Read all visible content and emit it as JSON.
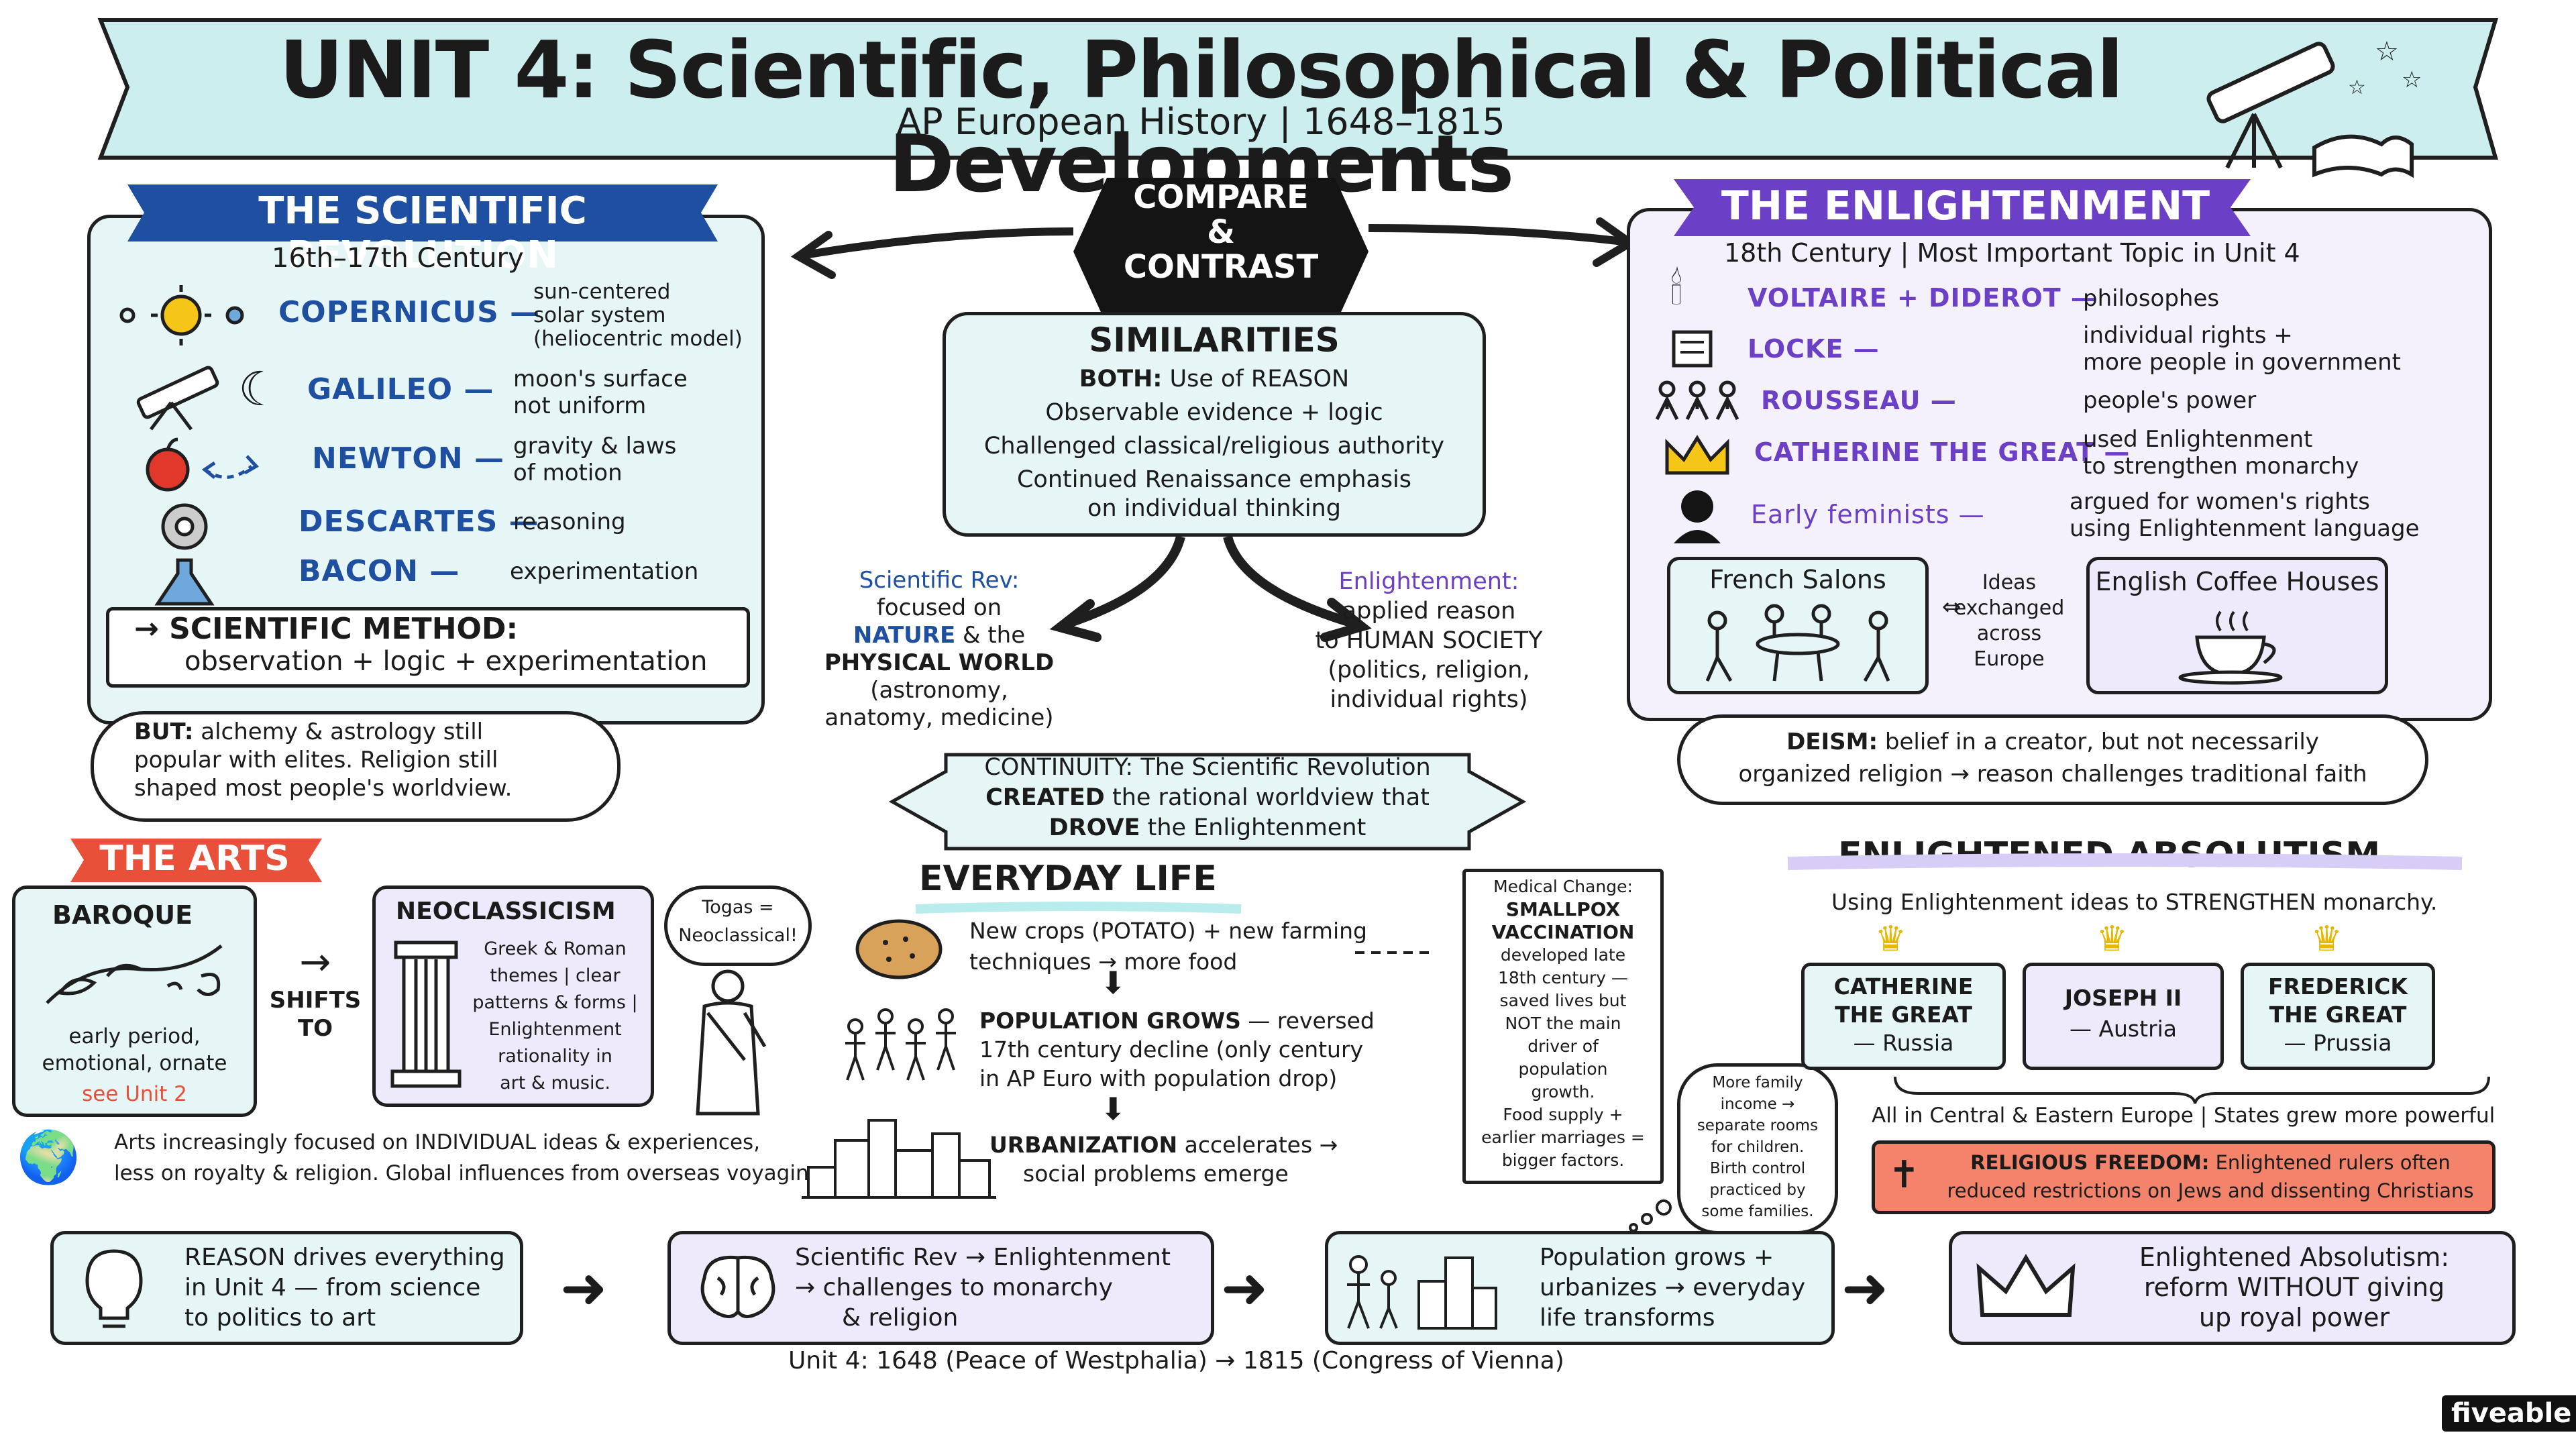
{
  "header": {
    "title": "UNIT 4: Scientific, Philosophical & Political Developments",
    "subtitle": "AP European History  |  1648–1815"
  },
  "compare": {
    "label_line1": "COMPARE",
    "label_line2": "&",
    "label_line3": "CONTRAST"
  },
  "scientific_revolution": {
    "ribbon": "THE SCIENTIFIC REVOLUTION",
    "period": "16th–17th Century",
    "rows": [
      {
        "name": "COPERNICUS —",
        "desc_line1": "sun-centered",
        "desc_line2": "solar system",
        "desc_line3": "(heliocentric model)"
      },
      {
        "name": "GALILEO —",
        "desc_line1": "moon's surface",
        "desc_line2": "not uniform"
      },
      {
        "name": "NEWTON —",
        "desc_line1": "gravity & laws",
        "desc_line2": "of motion"
      },
      {
        "name": "DESCARTES —",
        "desc_line1": "reasoning"
      },
      {
        "name": "BACON —",
        "desc_line1": "experimentation"
      }
    ],
    "method_title": "→ SCIENTIFIC METHOD:",
    "method_desc": "observation + logic + experimentation",
    "but_bold": "BUT:",
    "but_line1": " alchemy & astrology still",
    "but_line2": "popular with elites. Religion still",
    "but_line3": "shaped most people's worldview."
  },
  "similarities": {
    "title": "SIMILARITIES",
    "both_bold": "BOTH:",
    "both_rest": " Use of REASON",
    "line2": "Observable evidence + logic",
    "line3": "Challenged classical/religious authority",
    "line4": "Continued Renaissance emphasis",
    "line5": "on individual thinking"
  },
  "sci_rev_focus": {
    "head": "Scientific Rev:",
    "l1": "focused on",
    "l2a": "NATURE",
    "l2b": " & the",
    "l3": "PHYSICAL WORLD",
    "l4": "(astronomy,",
    "l5": "anatomy, medicine)"
  },
  "enl_focus": {
    "head": "Enlightenment:",
    "l1": "applied reason",
    "l2": "to HUMAN SOCIETY",
    "l3": "(politics, religion,",
    "l4": "individual rights)"
  },
  "continuity": {
    "l1": "CONTINUITY: The Scientific Revolution",
    "l2a": "CREATED",
    "l2b": " the rational worldview that",
    "l3a": "DROVE",
    "l3b": " the Enlightenment"
  },
  "enlightenment": {
    "ribbon": "THE ENLIGHTENMENT",
    "period": "18th Century  |  Most Important Topic in Unit 4",
    "rows": [
      {
        "name": "VOLTAIRE + DIDEROT —",
        "desc_line1": "philosophes"
      },
      {
        "name": "LOCKE —",
        "desc_line1": "individual rights +",
        "desc_line2": "more people in government"
      },
      {
        "name": "ROUSSEAU —",
        "desc_line1": "people's power"
      },
      {
        "name": "CATHERINE THE GREAT —",
        "desc_line1": "used Enlightenment",
        "desc_line2": "to strengthen monarchy"
      },
      {
        "name": "Early feminists —",
        "desc_line1": "argued for women's rights",
        "desc_line2": "using Enlightenment language"
      }
    ],
    "salons": "French Salons",
    "ideas_l1": "Ideas",
    "ideas_l2": "exchanged",
    "ideas_l3": "across",
    "ideas_l4": "Europe",
    "coffee": "English Coffee Houses",
    "deism_bold": "DEISM:",
    "deism_l1": " belief in a creator, but not necessarily",
    "deism_l2": "organized religion → reason challenges traditional faith"
  },
  "arts": {
    "ribbon": "THE ARTS",
    "baroque_title": "BAROQUE",
    "baroque_l1": "early period,",
    "baroque_l2": "emotional, ornate",
    "baroque_see": "see Unit 2",
    "shifts_l1": "SHIFTS",
    "shifts_l2": "TO",
    "neo_title": "NEOCLASSICISM",
    "neo_l1": "Greek & Roman",
    "neo_l2": "themes | clear",
    "neo_l3": "patterns & forms |",
    "neo_l4": "Enlightenment",
    "neo_l5": "rationality in",
    "neo_l6": "art & music.",
    "toga_l1": "Togas =",
    "toga_l2": "Neoclassical!",
    "note_l1": "Arts increasingly focused on INDIVIDUAL ideas & experiences,",
    "note_l2": "less on royalty & religion. Global influences from overseas voyaging."
  },
  "everyday": {
    "title": "EVERYDAY LIFE",
    "crops_l1": "New crops (POTATO) + new farming",
    "crops_l2": "techniques → more food",
    "pop_bold": "POPULATION GROWS",
    "pop_l1": " — reversed",
    "pop_l2": "17th century decline (only century",
    "pop_l3": "in AP Euro with population drop)",
    "urban_bold": "URBANIZATION",
    "urban_l1": " accelerates →",
    "urban_l2": "social problems emerge",
    "med_l1": "Medical Change:",
    "med_l2": "SMALLPOX",
    "med_l3": "VACCINATION",
    "med_l4": "developed late",
    "med_l5": "18th century —",
    "med_l6": "saved lives but",
    "med_l7": "NOT the main",
    "med_l8": "driver of",
    "med_l9": "population",
    "med_l10": "growth.",
    "med_l11": "Food supply +",
    "med_l12": "earlier marriages =",
    "med_l13": "bigger factors.",
    "family_l1": "More family",
    "family_l2": "income →",
    "family_l3": "separate rooms",
    "family_l4": "for children.",
    "family_l5": "Birth control",
    "family_l6": "practiced by",
    "family_l7": "some families."
  },
  "absolutism": {
    "title": "ENLIGHTENED ABSOLUTISM",
    "sub": "Using Enlightenment ideas to STRENGTHEN monarchy.",
    "rulers": [
      {
        "l1": "CATHERINE",
        "l2": "THE GREAT",
        "l3": "— Russia"
      },
      {
        "l1": "JOSEPH II",
        "l2": "— Austria"
      },
      {
        "l1": "FREDERICK",
        "l2": "THE GREAT",
        "l3": "— Prussia"
      }
    ],
    "note": "All in Central & Eastern Europe | States grew more powerful",
    "religious_bold": "RELIGIOUS FREEDOM:",
    "religious_l1": " Enlightened rulers often",
    "religious_l2": "reduced restrictions on Jews and dissenting Christians"
  },
  "bottom_flow": [
    {
      "l1": "REASON drives everything",
      "l2": "in Unit 4 — from science",
      "l3": "to politics to art"
    },
    {
      "l1": "Scientific Rev → Enlightenment",
      "l2": "→ challenges to monarchy",
      "l3": "& religion"
    },
    {
      "l1": "Population grows +",
      "l2": "urbanizes → everyday",
      "l3": "life transforms"
    },
    {
      "l1": "Enlightened Absolutism:",
      "l2": "reform WITHOUT giving",
      "l3": "up royal power"
    }
  ],
  "timeline": "Unit 4: 1648 (Peace of Westphalia) → 1815 (Congress of Vienna)",
  "brand": "fiveable",
  "colors": {
    "banner": "#cdeeee",
    "sci_blue": "#1f4fa0",
    "enl_purple": "#6b3fc6",
    "arts_red": "#e8503a",
    "panel_cyan": "#e6f6f6",
    "panel_lilac": "#eeeafb",
    "religious_red": "#f4836c"
  }
}
